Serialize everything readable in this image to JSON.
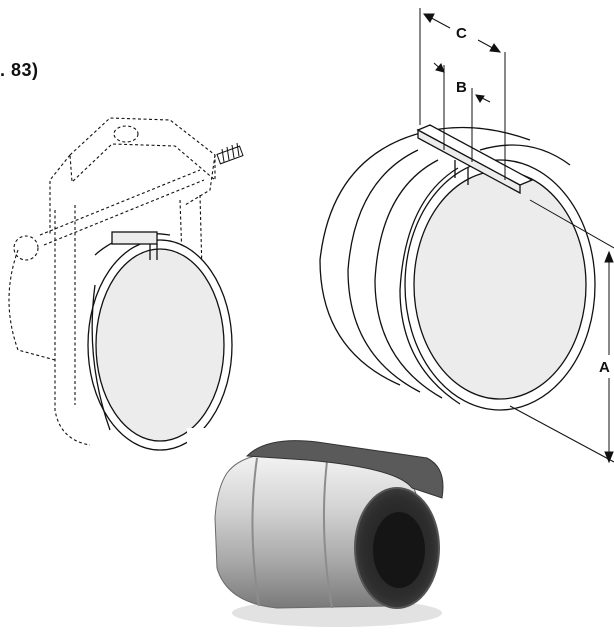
{
  "figure_reference": ". 83)",
  "dimensions": {
    "a_label": "A",
    "b_label": "B",
    "c_label": "C"
  },
  "drawings": {
    "left": "hanger-clamp-with-insert-dashed",
    "right": "insulation-insert-dimensioned",
    "photo": "insulated-insert-product-photo"
  },
  "colors": {
    "line": "#111111",
    "insert_fill": "#ececec",
    "metal_shell": "#c9c9c9",
    "insulation": "#3a3a3a"
  }
}
